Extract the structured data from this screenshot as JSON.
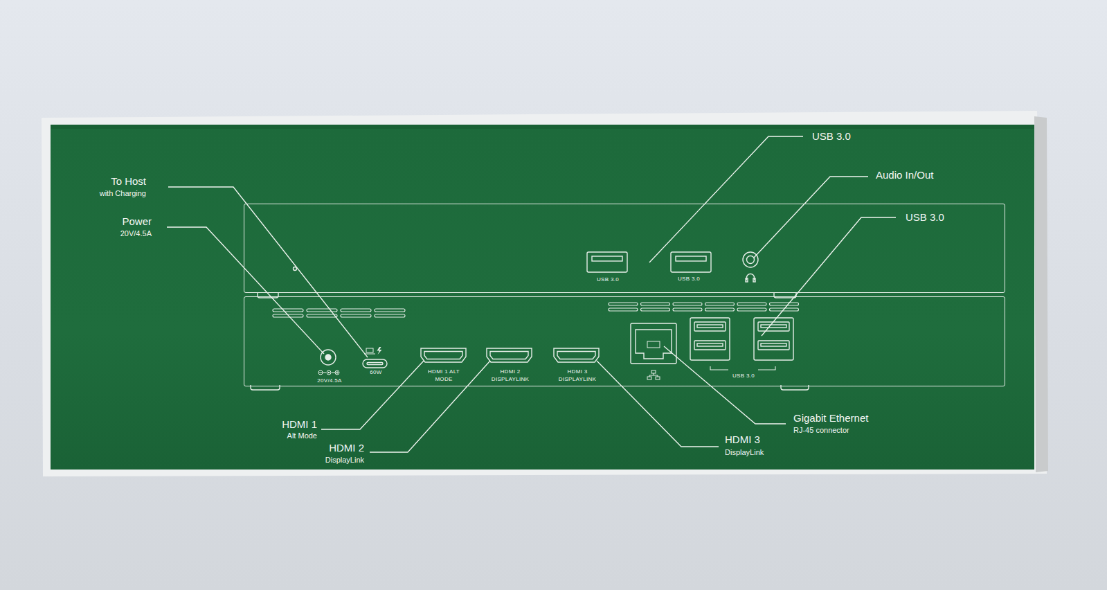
{
  "diagram": {
    "nodes": [
      {
        "text": [
          "USB 3.0",
          "USB 3.0"
        ]
      },
      {
        "text": [
          "20V/4.5A",
          "60W",
          "HDMI 1 ALT MODE",
          "HDMI 2 DISPLAYLINK",
          "HDMI 3 DISPLAYLINK",
          "USB 3.0"
        ]
      }
    ],
    "labels": [
      "To Host",
      "with Charging",
      "Power",
      "20V/4.5A",
      "USB 3.0",
      "Audio In/Out",
      "USB 3.0",
      "Gigabit Ethernet",
      "RJ-45 connector",
      "HDMI 3",
      "DisplayLink",
      "HDMI 1",
      "Alt Mode",
      "HDMI 2",
      "DisplayLink"
    ]
  }
}
